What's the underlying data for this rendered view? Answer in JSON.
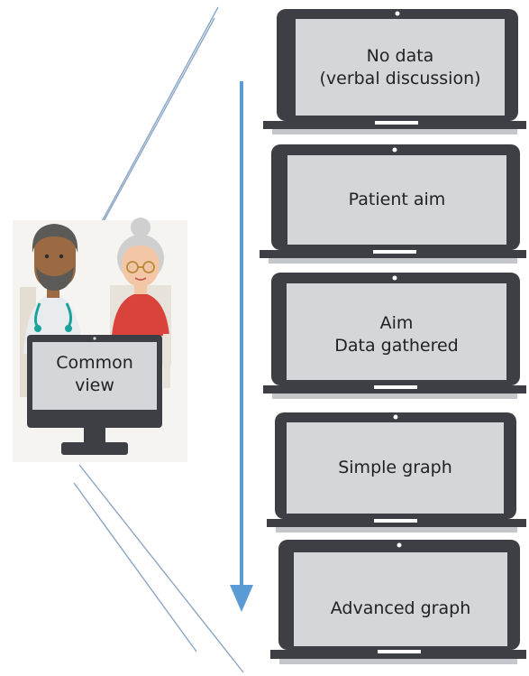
{
  "common_view": {
    "lines": [
      "Common",
      "view"
    ]
  },
  "screens": [
    {
      "lines": [
        "No data",
        "(verbal discussion)"
      ]
    },
    {
      "lines": [
        "Patient aim"
      ]
    },
    {
      "lines": [
        "Aim",
        "Data gathered"
      ]
    },
    {
      "lines": [
        "Simple graph"
      ]
    },
    {
      "lines": [
        "Advanced graph"
      ]
    }
  ],
  "colors": {
    "laptop_frame": "#3d3f45",
    "laptop_screen": "#d4d6da",
    "arrow": "#5b9bd5",
    "guide_lines": "#8aa6c4",
    "doctor_skin": "#9b6a43",
    "doctor_hair": "#5c5a56",
    "patient_hair": "#cfcfcf",
    "patient_top": "#d9433b",
    "stethoscope": "#1aa39a"
  }
}
